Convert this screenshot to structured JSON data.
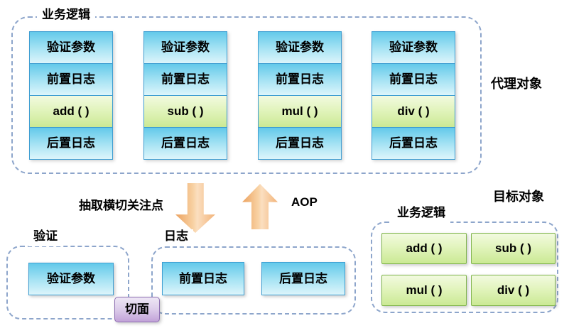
{
  "colors": {
    "box_blue_top": "#63c9ea",
    "box_blue_bottom": "#ddf5fb",
    "box_blue_border": "#3e9ed2",
    "box_green_top": "#f2fae0",
    "box_green_bottom": "#cbe994",
    "box_green_border": "#7fb44c",
    "aspect_purple_top": "#eee7f5",
    "aspect_purple_bottom": "#c2a2d8",
    "aspect_purple_border": "#8e6fb2",
    "arrow_orange_dark": "#eca25f",
    "arrow_orange_light": "#fbd9ae",
    "dashed_border": "#8da5cb",
    "text": "#000000"
  },
  "proxy_group": {
    "container_label": "业务逻辑",
    "side_label": "代理对象",
    "columns": [
      {
        "cells": [
          "验证参数",
          "前置日志",
          "add ( )",
          "后置日志"
        ]
      },
      {
        "cells": [
          "验证参数",
          "前置日志",
          "sub ( )",
          "后置日志"
        ]
      },
      {
        "cells": [
          "验证参数",
          "前置日志",
          "mul ( )",
          "后置日志"
        ]
      },
      {
        "cells": [
          "验证参数",
          "前置日志",
          "div ( )",
          "后置日志"
        ]
      }
    ]
  },
  "flow": {
    "extract_label": "抽取横切关注点",
    "aop_label": "AOP",
    "icons": {
      "extract_arrow": "arrow-down",
      "aop_arrow": "arrow-up"
    }
  },
  "validation_group": {
    "label": "验证",
    "cells": [
      "验证参数"
    ]
  },
  "log_group": {
    "label": "日志",
    "cells": [
      "前置日志",
      "后置日志"
    ]
  },
  "aspect": {
    "label": "切面"
  },
  "target_group": {
    "side_label": "目标对象",
    "container_label": "业务逻辑",
    "cells": [
      "add ( )",
      "sub ( )",
      "mul ( )",
      "div ( )"
    ]
  }
}
